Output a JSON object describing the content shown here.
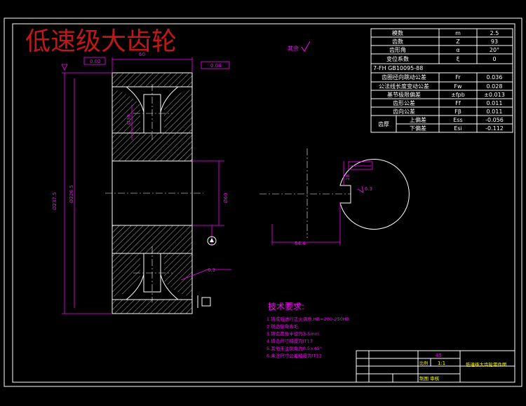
{
  "title": "低速级大齿轮",
  "roughness_note": "其余",
  "param_table": {
    "rows": [
      {
        "name": "模数",
        "sym": "m",
        "val": "2.5"
      },
      {
        "name": "齿数",
        "sym": "Z",
        "val": "93"
      },
      {
        "name": "齿形角",
        "sym": "α",
        "val": "20°"
      },
      {
        "name": "变位系数",
        "sym": "ξ",
        "val": "0"
      }
    ],
    "standard": "7-FH GB10095-88",
    "tolerances": [
      {
        "name": "齿圈径向跳动公差",
        "sym": "Fr",
        "val": "0.036"
      },
      {
        "name": "公法线长度变动公差",
        "sym": "Fw",
        "val": "0.028"
      },
      {
        "name": "基节极限偏差",
        "sym": "±fpb",
        "val": "±0.013"
      },
      {
        "name": "齿形公差",
        "sym": "Ff",
        "val": "0.011"
      },
      {
        "name": "齿向公差",
        "sym": "Fβ",
        "val": "0.011"
      }
    ],
    "thickness": {
      "name": "齿厚",
      "upper": {
        "name": "上偏差",
        "sym": "Ess",
        "val": "-0.056"
      },
      "lower": {
        "name": "下偏差",
        "sym": "Esi",
        "val": "-0.112"
      }
    }
  },
  "tech_req": {
    "title": "技术要求:",
    "items": [
      "1.铸成后进行正火调质,HB=200-250HB",
      "2.锐边倒角去毛",
      "3.铸造圆角半径为3-5mm",
      "4.铸造尺寸精度为IT17",
      "5.其他未注倒角为0.5×45°",
      "6.未注尺寸公差精度为IT12"
    ]
  },
  "title_block": {
    "material": "45",
    "scale_label": "比例",
    "scale": "1:1",
    "drawing_name": "低速级大齿轮零件图",
    "drawn_by": "制图 审核"
  },
  "dims": {
    "od": "Ø237.5",
    "root": "Ø226.5",
    "bore": "Ø60",
    "keyway_depth": "64.4",
    "key_width": "18",
    "width": "60",
    "hole": "Ø30",
    "rough": "6.3",
    "tol_a": "0.02",
    "tol_b": "0.04"
  }
}
